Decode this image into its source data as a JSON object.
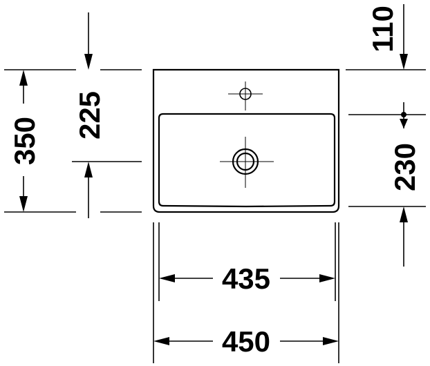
{
  "drawing": {
    "view": "top view",
    "dimensions": {
      "overall_depth": "350",
      "bowl_to_tap_hole": "225",
      "tap_hole_offset": "110",
      "bowl_depth": "230",
      "bowl_width": "435",
      "overall_width": "450"
    },
    "line_color": "#000000",
    "background_color": "#ffffff"
  }
}
